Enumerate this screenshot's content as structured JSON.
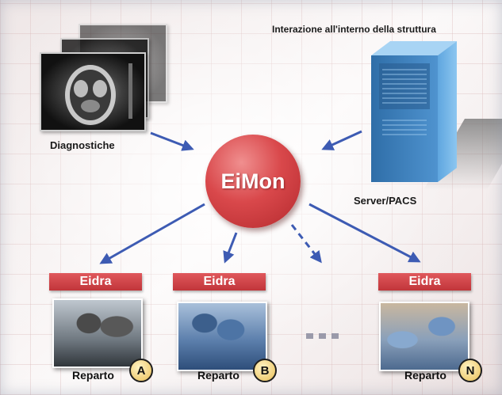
{
  "title": "Interazione all'interno della struttura",
  "center": {
    "label": "EiMon",
    "color": "#d9484b"
  },
  "sources": [
    {
      "label": "Diagnostiche",
      "icon": "ct-scan-stack-icon"
    },
    {
      "label": "Server/PACS",
      "icon": "server-tower-icon"
    }
  ],
  "dept_tag": "Eidra",
  "dept_prefix": "Reparto",
  "departments": [
    {
      "letter": "A",
      "photo": "radiology-reading-room-photo"
    },
    {
      "letter": "B",
      "photo": "operating-room-photo"
    },
    {
      "letter": "N",
      "photo": "surgical-ward-photo"
    }
  ],
  "ellipsis": "...",
  "colors": {
    "accent_red": "#d9484b",
    "tag_red": "#c1353a",
    "arrow_blue": "#3d5bb3",
    "server_blue": "#4d8ec4",
    "badge_yellow": "#f0cf78"
  }
}
